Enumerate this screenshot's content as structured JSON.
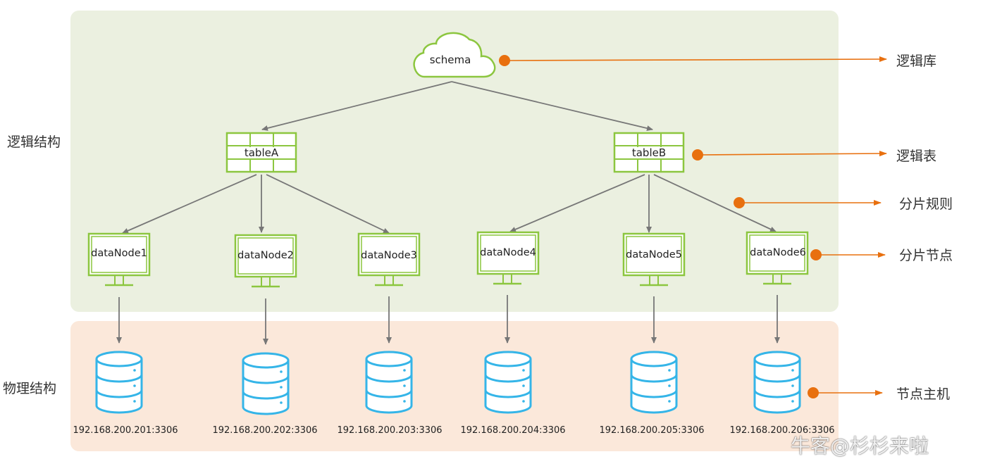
{
  "sections": {
    "logical": "逻辑结构",
    "physical": "物理结构"
  },
  "schema": {
    "label": "schema"
  },
  "tables": [
    {
      "label": "tableA"
    },
    {
      "label": "tableB"
    }
  ],
  "data_nodes": [
    {
      "label": "dataNode1"
    },
    {
      "label": "dataNode2"
    },
    {
      "label": "dataNode3"
    },
    {
      "label": "dataNode4"
    },
    {
      "label": "dataNode5"
    },
    {
      "label": "dataNode6"
    }
  ],
  "hosts": [
    {
      "address": "192.168.200.201:3306"
    },
    {
      "address": "192.168.200.202:3306"
    },
    {
      "address": "192.168.200.203:3306"
    },
    {
      "address": "192.168.200.204:3306"
    },
    {
      "address": "192.168.200.205:3306"
    },
    {
      "address": "192.168.200.206:3306"
    }
  ],
  "annotations": [
    {
      "label": "逻辑库"
    },
    {
      "label": "逻辑表"
    },
    {
      "label": "分片规则"
    },
    {
      "label": "分片节点"
    },
    {
      "label": "节点主机"
    }
  ],
  "watermark": "牛客@杉杉来啦",
  "colors": {
    "logical_bg": "#ebf0e0",
    "physical_bg": "#fbe8da",
    "green": "#8cc63f",
    "blue": "#35b5e8",
    "orange": "#e8700f",
    "arrow_gray": "#777777"
  }
}
